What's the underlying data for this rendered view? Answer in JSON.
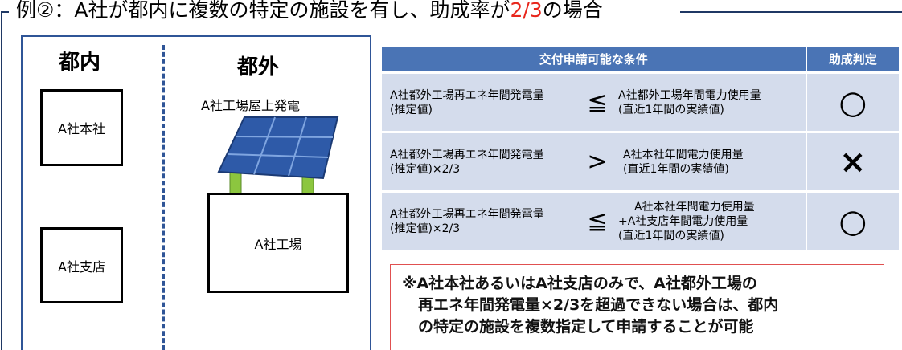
{
  "title": {
    "prefix": "例②：A社が都内に複数の特定の施設を有し、助成率が",
    "highlight": "2/3",
    "suffix": "の場合"
  },
  "diagram": {
    "region_inside": "都内",
    "region_outside": "都外",
    "hq_label": "A社本社",
    "branch_label": "A社支店",
    "solar_caption": "A社工場屋上発電",
    "factory_label": "A社工場"
  },
  "table": {
    "header_conditions": "交付申請可能な条件",
    "header_judgement": "助成判定",
    "rows": [
      {
        "lhs_line1": "A社都外工場再エネ年間発電量",
        "lhs_line2": "(推定値)",
        "operator": "≦",
        "rhs_line1": "A社都外工場年間電力使用量",
        "rhs_line2": "(直近1年間の実績値)",
        "rhs_line3": "",
        "judgement": "○"
      },
      {
        "lhs_line1": "A社都外工場再エネ年間発電量",
        "lhs_line2": "(推定値)×2/3",
        "operator": ">",
        "rhs_line1": "A社本社年間電力使用量",
        "rhs_line2": "(直近1年間の実績値)",
        "rhs_line3": "",
        "judgement": "×"
      },
      {
        "lhs_line1": "A社都外工場再エネ年間発電量",
        "lhs_line2": "(推定値)×2/3",
        "operator": "≦",
        "rhs_line1": "A社本社年間電力使用量",
        "rhs_line2": "+A社支店年間電力使用量",
        "rhs_line3": "(直近1年間の実績値)",
        "judgement": "○"
      }
    ]
  },
  "note": {
    "line1": "※A社本社あるいはA社支店のみで、A社都外工場の",
    "line2": "再エネ年間発電量×2/3を超過できない場合は、都内",
    "line3": "の特定の施設を複数指定して申請することが可能"
  },
  "colors": {
    "frame": "#1f3864",
    "header_bg": "#4a74b5",
    "row_bg": "#d4dcec",
    "highlight": "#e8261c",
    "note_border": "#e05050",
    "panel_fill": "#2e5aa8",
    "post_fill": "#8cc63f"
  }
}
